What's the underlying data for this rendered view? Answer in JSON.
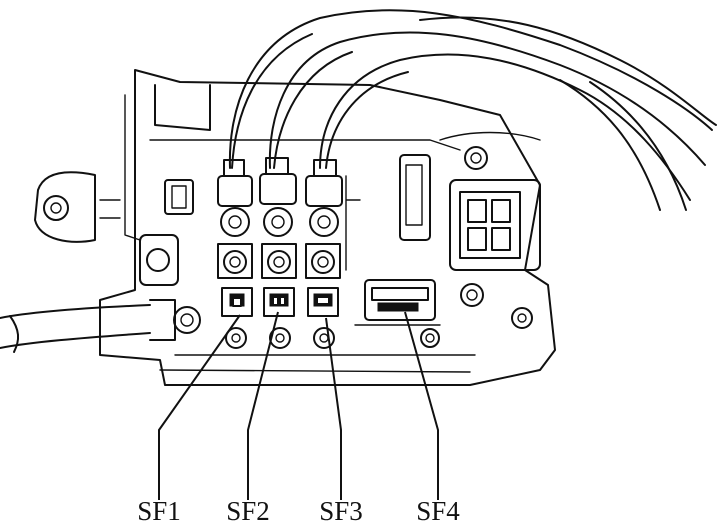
{
  "labels": {
    "sf1": "SF1",
    "sf2": "SF2",
    "sf3": "SF3",
    "sf4": "SF4"
  },
  "colors": {
    "line": "#111111",
    "background": "#ffffff"
  }
}
